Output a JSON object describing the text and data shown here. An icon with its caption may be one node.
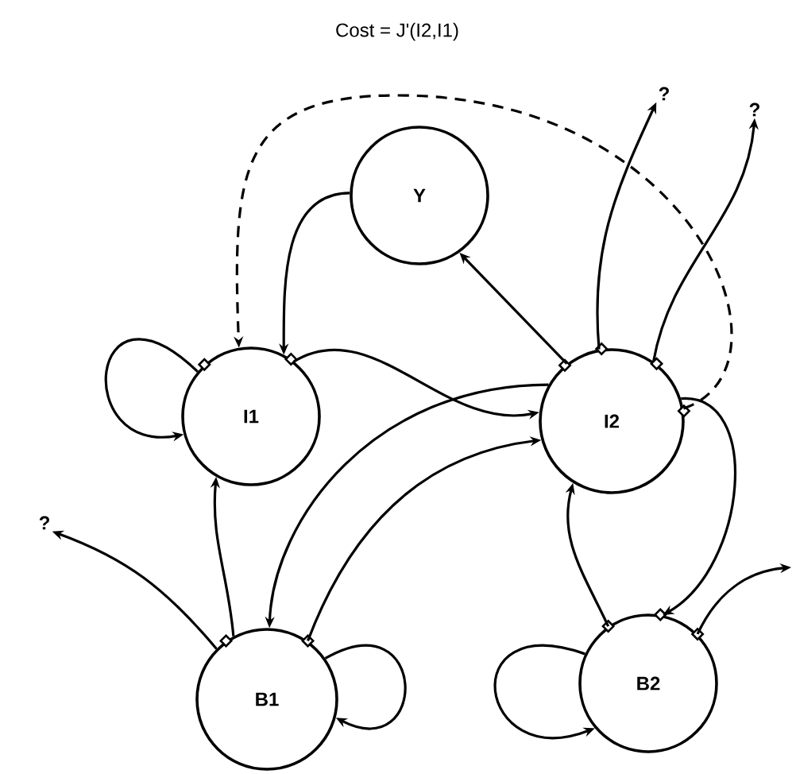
{
  "diagram": {
    "nodes": [
      {
        "text": [
          "Y"
        ]
      },
      {
        "text": [
          "?"
        ]
      },
      {
        "text": [
          "?"
        ]
      },
      {
        "text": [
          "I1"
        ]
      },
      {
        "text": [
          "I2"
        ]
      },
      {
        "text": [
          "?"
        ]
      },
      {
        "text": [
          "B1"
        ]
      },
      {
        "text": [
          "B2"
        ]
      }
    ],
    "edges": [
      {
        "from": 4,
        "to": 3,
        "arrow": "to",
        "style": "dashed",
        "label": "Cost = J'(I2,I1)"
      },
      {
        "from": 0,
        "to": 3,
        "arrow": "to"
      },
      {
        "from": 4,
        "to": 0,
        "arrow": "to"
      },
      {
        "from": 4,
        "to": 1,
        "arrow": "to"
      },
      {
        "from": 4,
        "to": 2,
        "arrow": "to"
      },
      {
        "from": 3,
        "to": 3,
        "arrow": "to"
      },
      {
        "from": 3,
        "to": 4,
        "arrow": "to"
      },
      {
        "from": 4,
        "to": 6,
        "arrow": "to"
      },
      {
        "from": 6,
        "to": 4,
        "arrow": "to"
      },
      {
        "from": 6,
        "to": 3,
        "arrow": "to"
      },
      {
        "from": 6,
        "to": 5,
        "arrow": "to"
      },
      {
        "from": 6,
        "to": 6,
        "arrow": "to"
      },
      {
        "from": 7,
        "to": 4,
        "arrow": "to"
      },
      {
        "from": 4,
        "to": 7,
        "arrow": "to"
      },
      {
        "from": 7,
        "to": 7,
        "arrow": "to"
      },
      {
        "from": 7,
        "to": null,
        "arrow": "to"
      }
    ]
  }
}
